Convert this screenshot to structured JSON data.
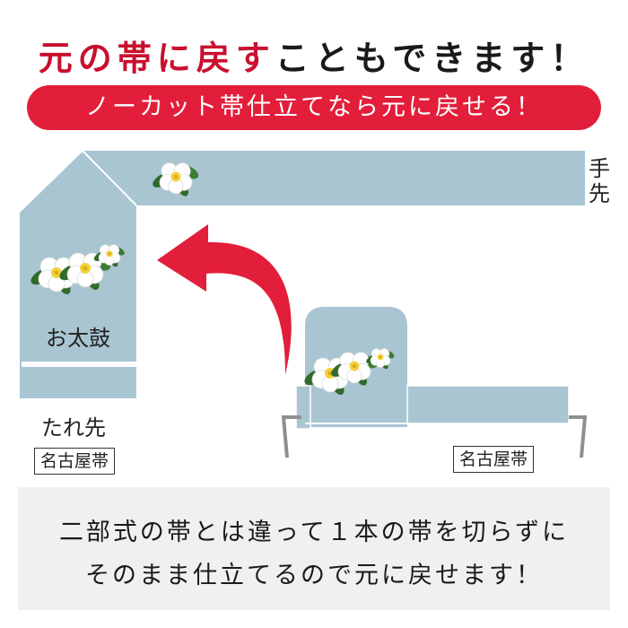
{
  "headline": {
    "red_text": "元の帯に戻す",
    "black_text": "こともできます！"
  },
  "banner_text": "ノーカット帯仕立てなら元に戻せる！",
  "labels": {
    "otaiko": "お太鼓",
    "taresaki": "たれ先",
    "tesaki_1": "手",
    "tesaki_2": "先",
    "left_obi_type": "名古屋帯",
    "right_obi_type": "名古屋帯"
  },
  "note": {
    "line1": "二部式の帯とは違って１本の帯を切らずに",
    "line2": "そのまま仕立てるので元に戻せます！"
  },
  "colors": {
    "obi_fabric": "#a9c5d2",
    "accent_red": "#e31e3a",
    "headline_red": "#c8102e",
    "note_background": "#f0f0f0"
  },
  "icons": [
    "camellia-icon",
    "curved-arrow-icon"
  ]
}
